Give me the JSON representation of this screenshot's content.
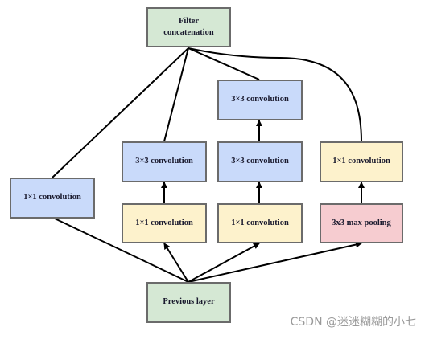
{
  "nodes": {
    "filter_concat": "Filter\nconcatenation",
    "conv1x1_left": "1×1 convolution",
    "conv3x3_b2": "3×3 convolution",
    "conv3x3_b3_mid": "3×3 convolution",
    "conv3x3_b3_top": "3×3 convolution",
    "conv1x1_b4_top": "1×1 convolution",
    "conv1x1_b2": "1×1 convolution",
    "conv1x1_b3": "1×1 convolution",
    "maxpool": "3x3 max pooling",
    "prev_layer": "Previous layer"
  },
  "colors": {
    "green": "#d5e8d4",
    "blue": "#c9dafa",
    "yellow": "#fdf2cc",
    "pink": "#f6ccd0",
    "border": "#6b6b6b"
  },
  "watermark": "CSDN @迷迷糊糊的小七"
}
